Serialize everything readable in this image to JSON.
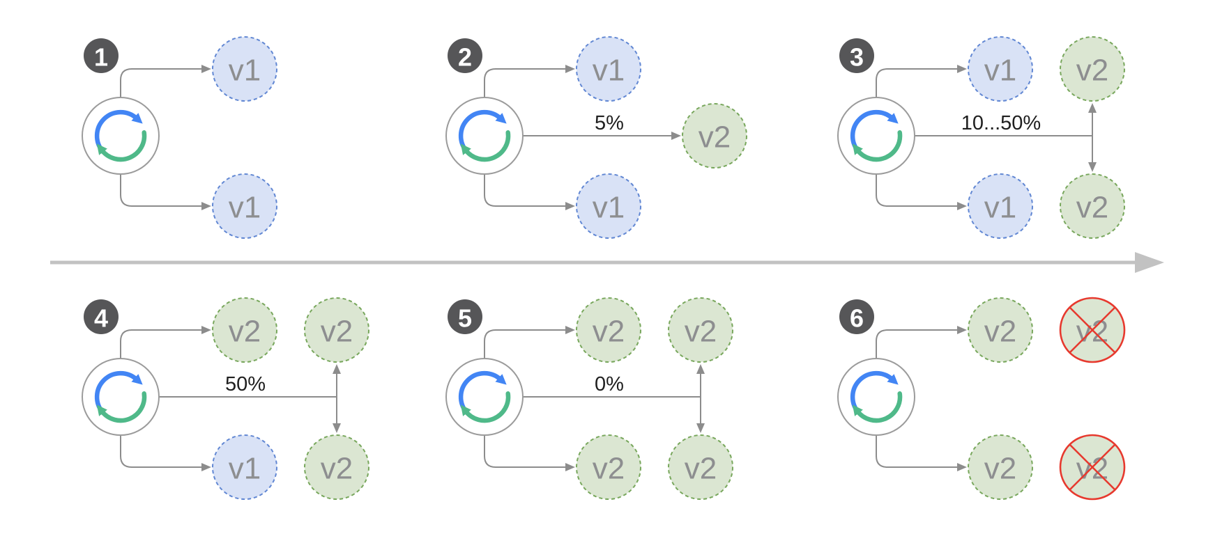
{
  "diagram": {
    "colors": {
      "v1_fill": "#d9e2f6",
      "v1_border": "#6187d3",
      "v2_fill": "#dbe6d2",
      "v2_border": "#78a75c",
      "node_text": "#8d8e90",
      "lb_ring": "#9b9b9b",
      "lb_blue": "#4285f4",
      "lb_green": "#4fb989",
      "connector": "#8c8c8c",
      "badge_bg": "#565658",
      "badge_text": "#ffffff",
      "label_text": "#1f1f1f",
      "divider": "#c2c2c2",
      "terminated": "#e7392e"
    },
    "stages": [
      {
        "number": "1",
        "traffic_label": null,
        "left_nodes": [
          {
            "label": "v1"
          },
          {
            "label": "v1"
          }
        ],
        "right_nodes": [],
        "canary_node": null,
        "shift_arrow": false
      },
      {
        "number": "2",
        "traffic_label": "5%",
        "left_nodes": [
          {
            "label": "v1"
          },
          {
            "label": "v1"
          }
        ],
        "right_nodes": [],
        "canary_node": {
          "label": "v2"
        },
        "shift_arrow": false
      },
      {
        "number": "3",
        "traffic_label": "10...50%",
        "left_nodes": [
          {
            "label": "v1"
          },
          {
            "label": "v1"
          }
        ],
        "right_nodes": [
          {
            "label": "v2"
          },
          {
            "label": "v2"
          }
        ],
        "canary_node": null,
        "shift_arrow": true
      },
      {
        "number": "4",
        "traffic_label": "50%",
        "left_nodes": [
          {
            "label": "v2"
          },
          {
            "label": "v1"
          }
        ],
        "right_nodes": [
          {
            "label": "v2"
          },
          {
            "label": "v2"
          }
        ],
        "canary_node": null,
        "shift_arrow": true
      },
      {
        "number": "5",
        "traffic_label": "0%",
        "left_nodes": [
          {
            "label": "v2"
          },
          {
            "label": "v2"
          }
        ],
        "right_nodes": [
          {
            "label": "v2"
          },
          {
            "label": "v2"
          }
        ],
        "canary_node": null,
        "shift_arrow": true
      },
      {
        "number": "6",
        "traffic_label": null,
        "left_nodes": [
          {
            "label": "v2"
          },
          {
            "label": "v2"
          }
        ],
        "right_nodes": [
          {
            "label": "v2",
            "crossed": true
          },
          {
            "label": "v2",
            "crossed": true
          }
        ],
        "canary_node": null,
        "shift_arrow": false
      }
    ]
  }
}
